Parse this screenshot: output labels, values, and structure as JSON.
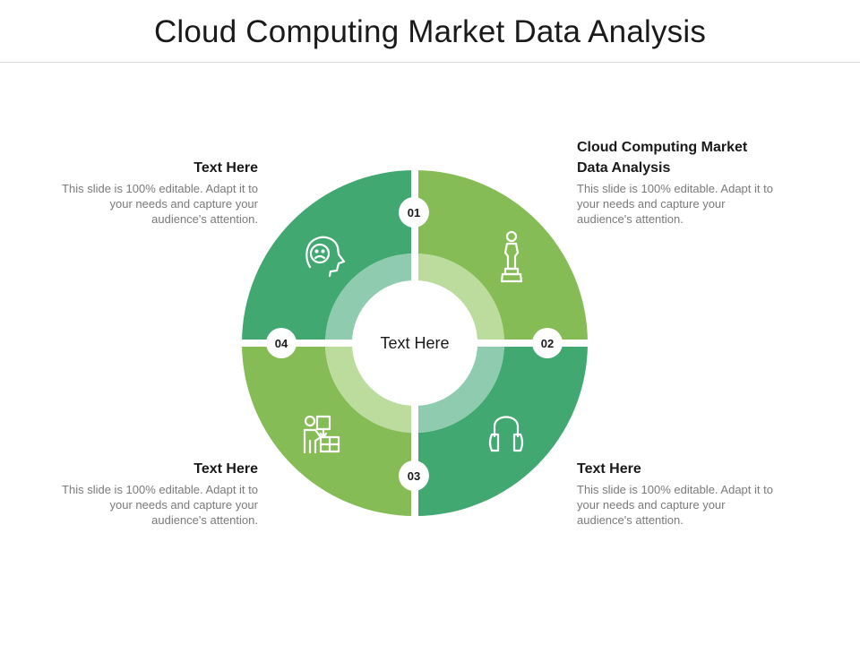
{
  "title": "Cloud Computing Market Data Analysis",
  "center_label": "Text Here",
  "colors": {
    "dark_green": "#41a872",
    "light_green": "#86bc55",
    "inner_ring_dark": "#8fcbae",
    "inner_ring_light": "#bcdc9e",
    "icon_stroke": "#ffffff"
  },
  "segments": [
    {
      "number": "01",
      "icon": "sad-face-head-icon",
      "heading": "Text Here",
      "description": "This slide is 100% editable. Adapt it to your needs and capture your audience's attention."
    },
    {
      "number": "02",
      "icon": "trophy-statue-icon",
      "heading": "Cloud Computing Market Data Analysis",
      "description": "This slide is 100% editable. Adapt it to your needs and capture your audience's attention."
    },
    {
      "number": "03",
      "icon": "headphones-icon",
      "heading": "Text Here",
      "description": "This slide is 100% editable. Adapt it to your needs and capture your audience's attention."
    },
    {
      "number": "04",
      "icon": "puzzle-person-icon",
      "heading": "Text Here",
      "description": "This slide is 100% editable. Adapt it to your needs and capture your audience's attention."
    }
  ]
}
